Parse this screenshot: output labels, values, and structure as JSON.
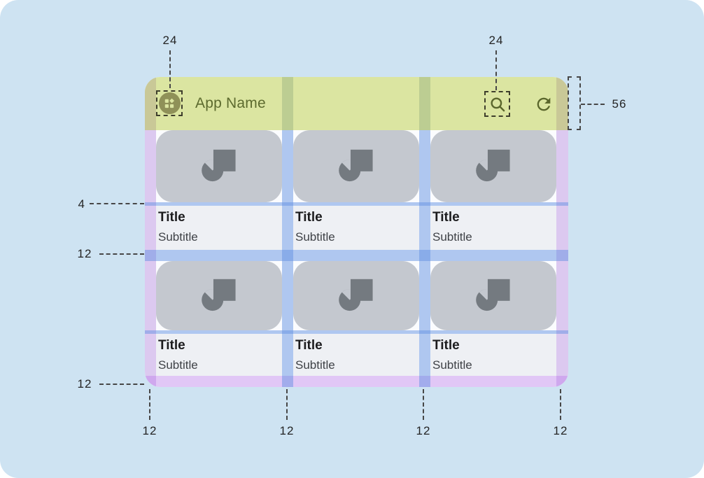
{
  "header": {
    "app_name": "App Name",
    "app_icon": "app-grid-icon",
    "search_icon": "search-icon",
    "refresh_icon": "refresh-icon"
  },
  "cards": [
    {
      "title": "Title",
      "subtitle": "Subtitle"
    },
    {
      "title": "Title",
      "subtitle": "Subtitle"
    },
    {
      "title": "Title",
      "subtitle": "Subtitle"
    },
    {
      "title": "Title",
      "subtitle": "Subtitle"
    },
    {
      "title": "Title",
      "subtitle": "Subtitle"
    },
    {
      "title": "Title",
      "subtitle": "Subtitle"
    }
  ],
  "annotations": {
    "app_icon_size": {
      "label": "24"
    },
    "action_icon_size": {
      "label": "24"
    },
    "header_height": {
      "label": "56"
    },
    "image_text_gap": {
      "label": "4"
    },
    "row_gap": {
      "label": "12"
    },
    "bottom_left_margin": {
      "label": "12"
    },
    "bottom_margins": [
      {
        "label": "12"
      },
      {
        "label": "12"
      },
      {
        "label": "12"
      },
      {
        "label": "12"
      }
    ]
  },
  "colors": {
    "background": "#cee3f2",
    "header": "#dbe5a1",
    "header_margin_overlay": "#c9c897",
    "header_gutter_overlay": "#bccd92",
    "margin_overlay": "#dcc9f0",
    "gutter_overlay": "#b7cfee",
    "card_image": "#c4c8cf",
    "card_icon": "#747a80",
    "title_block": "#eef0f4",
    "accent_text": "#5c6a2e"
  }
}
